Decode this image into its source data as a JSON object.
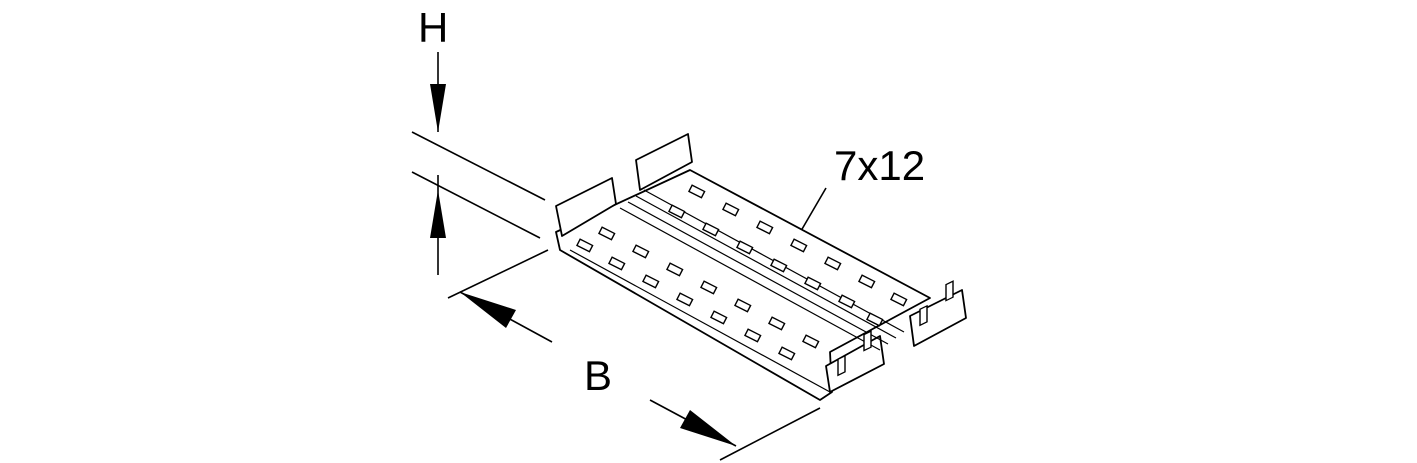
{
  "labels": {
    "height": "H",
    "width": "B",
    "hole_size": "7x12"
  }
}
